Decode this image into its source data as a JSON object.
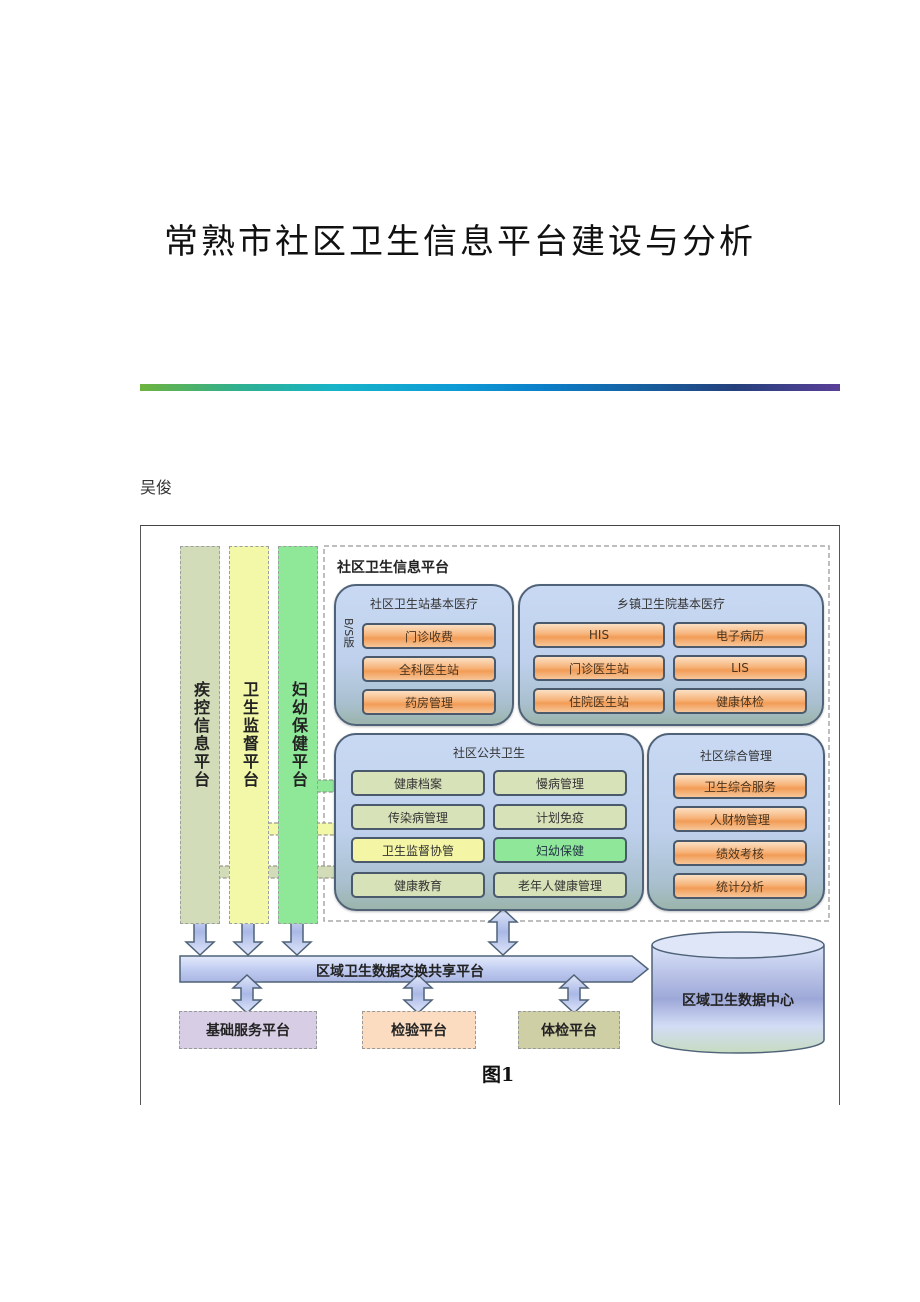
{
  "document": {
    "title": "常熟市社区卫生信息平台建设与分析",
    "author": "吴俊"
  },
  "figure": {
    "caption": "图1",
    "side_platforms": [
      {
        "label": "疾控信息平台",
        "color": "#d2dcb8"
      },
      {
        "label": "卫生监督平台",
        "color": "#f3f7a8"
      },
      {
        "label": "妇幼保健平台",
        "color": "#8ee898"
      }
    ],
    "main_panel": {
      "title": "社区卫生信息平台",
      "community_station": {
        "title": "社区卫生站基本医疗",
        "side_label": "B/S版",
        "items": [
          "门诊收费",
          "全科医生站",
          "药房管理"
        ]
      },
      "township_hospital": {
        "title": "乡镇卫生院基本医疗",
        "items": [
          "HIS",
          "电子病历",
          "门诊医生站",
          "LIS",
          "住院医生站",
          "健康体检"
        ]
      },
      "public_health": {
        "title": "社区公共卫生",
        "items": [
          {
            "label": "健康档案",
            "style": "olive"
          },
          {
            "label": "慢病管理",
            "style": "olive"
          },
          {
            "label": "传染病管理",
            "style": "olive"
          },
          {
            "label": "计划免疫",
            "style": "olive"
          },
          {
            "label": "卫生监督协管",
            "style": "yellow"
          },
          {
            "label": "妇幼保健",
            "style": "green"
          },
          {
            "label": "健康教育",
            "style": "olive"
          },
          {
            "label": "老年人健康管理",
            "style": "olive"
          }
        ]
      },
      "integrated_management": {
        "title": "社区综合管理",
        "items": [
          "卫生综合服务",
          "人财物管理",
          "绩效考核",
          "统计分析"
        ]
      }
    },
    "exchange_platform": "区域卫生数据交换共享平台",
    "data_center": "区域卫生数据中心",
    "bottom_platforms": [
      {
        "label": "基础服务平台",
        "color": "#d7cde4"
      },
      {
        "label": "检验平台",
        "color": "#fbdcc0"
      },
      {
        "label": "体检平台",
        "color": "#cfcfa6"
      }
    ]
  },
  "colors": {
    "accent_gradient_start": "#6db33f",
    "accent_gradient_end": "#5a3f98",
    "group_border": "#4f6278",
    "arrow_fill": "#c7d3f0"
  }
}
